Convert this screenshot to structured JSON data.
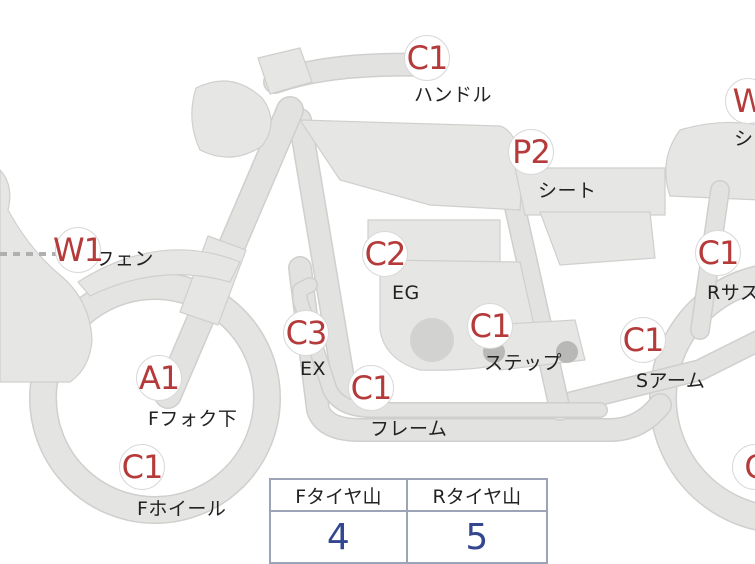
{
  "parts": [
    {
      "id": "handle",
      "code": "C1",
      "label": "ハンドル"
    },
    {
      "id": "rear-w",
      "code": "W",
      "label": "シ"
    },
    {
      "id": "seat",
      "code": "P2",
      "label": "シート"
    },
    {
      "id": "front-fender",
      "code": "W1",
      "label": "Fフェン"
    },
    {
      "id": "engine",
      "code": "C2",
      "label": "EG"
    },
    {
      "id": "rear-sus",
      "code": "C1",
      "label": "Rサス"
    },
    {
      "id": "exhaust",
      "code": "C3",
      "label": "EX"
    },
    {
      "id": "step",
      "code": "C1",
      "label": "ステップ"
    },
    {
      "id": "swing-arm",
      "code": "C1",
      "label": "Sアーム"
    },
    {
      "id": "front-fork",
      "code": "A1",
      "label": "Fフォク下"
    },
    {
      "id": "frame",
      "code": "C1",
      "label": "フレーム"
    },
    {
      "id": "front-wheel",
      "code": "C1",
      "label": "Fホイール"
    },
    {
      "id": "rear-wheel",
      "code": "C",
      "label": ""
    }
  ],
  "tire_table": {
    "headers": [
      "Fタイヤ山",
      "Rタイヤ山"
    ],
    "values": [
      "4",
      "5"
    ]
  },
  "colors": {
    "badge_text": "#b53a3a",
    "value_text": "#33468f",
    "table_border": "#9ea4b8",
    "body_fill": "#e6e6e5"
  }
}
